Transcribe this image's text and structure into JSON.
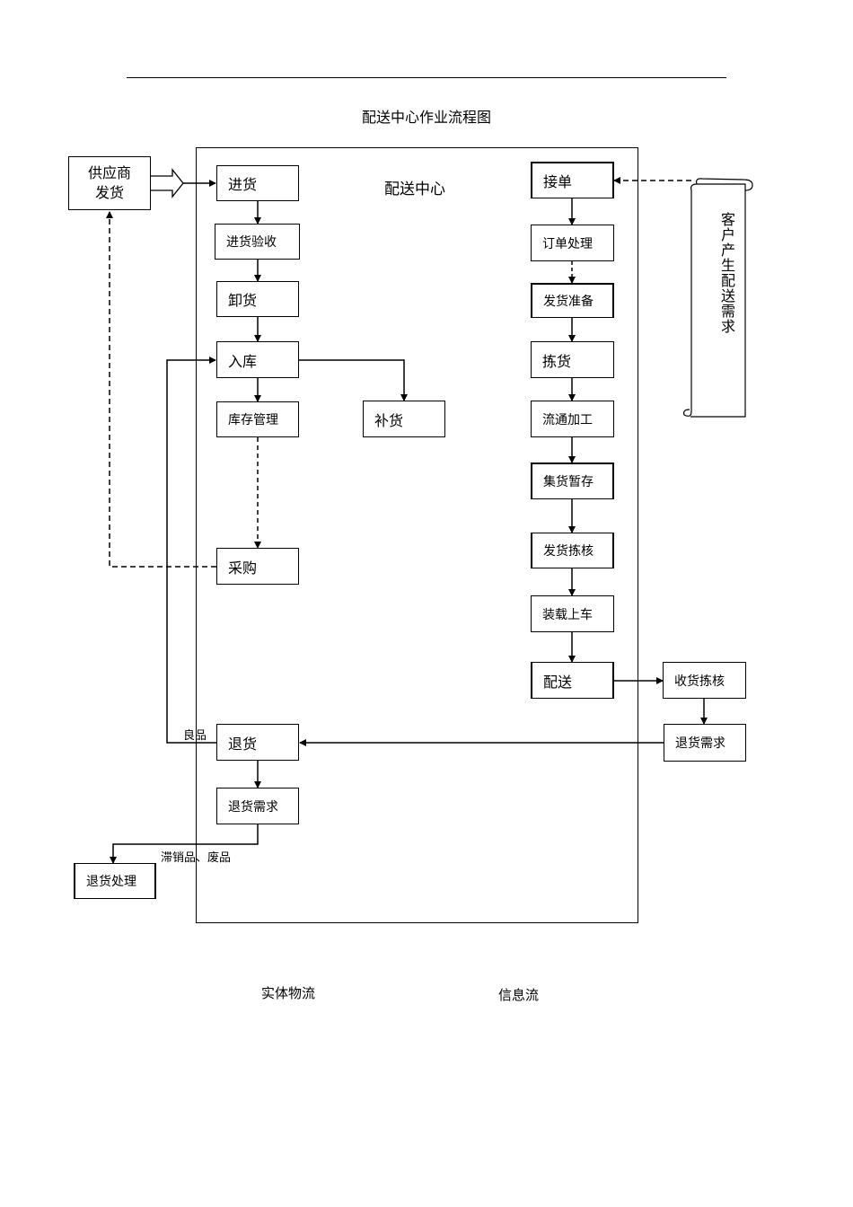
{
  "title": "配送中心作业流程图",
  "center_label": "配送中心",
  "supplier": {
    "line1": "供应商",
    "line2": "发货"
  },
  "customer_demand": "客户产生配送需求",
  "left_column": {
    "receive": "进货",
    "inspect": "进货验收",
    "unload": "卸货",
    "store": "入库",
    "inventory": "库存管理",
    "purchase": "采购",
    "replenish": "补货",
    "return": "退货",
    "return_demand": "退货需求"
  },
  "right_column": {
    "take_order": "接单",
    "order_process": "订单处理",
    "ship_prepare": "发货准备",
    "picking": "拣货",
    "processing": "流通加工",
    "staging": "集货暂存",
    "ship_check": "发货拣核",
    "loading": "装载上车",
    "delivery": "配送"
  },
  "outside": {
    "receipt_check": "收货拣核",
    "return_demand": "退货需求",
    "return_processing": "退货处理"
  },
  "labels": {
    "good_items": "良品",
    "slow_waste": "滞销品、废品"
  },
  "legend": {
    "physical_flow": "实体物流",
    "info_flow": "信息流"
  }
}
